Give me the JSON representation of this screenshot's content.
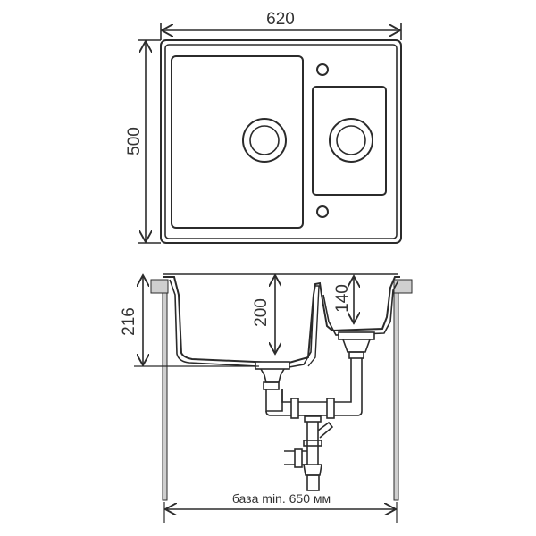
{
  "top_view": {
    "width_label": "620",
    "depth_label": "500"
  },
  "side_view": {
    "height_label": "216",
    "main_bowl_depth_label": "200",
    "small_bowl_depth_label": "140",
    "base_label": "база min. 650 мм"
  },
  "colors": {
    "line": "#2b2b2b",
    "ledge": "#cfcfcf"
  }
}
